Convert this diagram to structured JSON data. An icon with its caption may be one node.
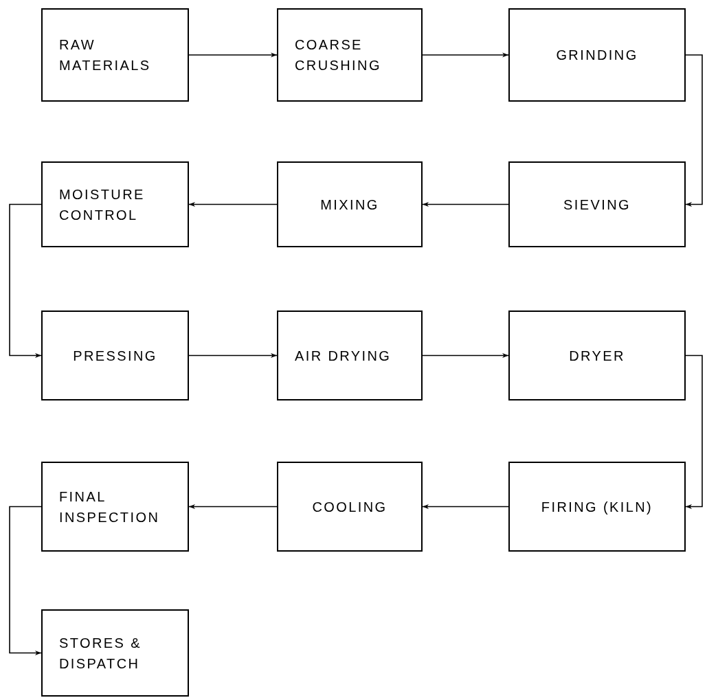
{
  "diagram": {
    "nodes": [
      {
        "text": [
          "RAW MATERIALS"
        ]
      },
      {
        "text": [
          "COARSE CRUSHING"
        ]
      },
      {
        "text": [
          "GRINDING"
        ]
      },
      {
        "text": [
          "MOISTURE CONTROL"
        ]
      },
      {
        "text": [
          "MIXING"
        ]
      },
      {
        "text": [
          "SIEVING"
        ]
      },
      {
        "text": [
          "PRESSING"
        ]
      },
      {
        "text": [
          "AIR DRYING"
        ]
      },
      {
        "text": [
          "DRYER"
        ]
      },
      {
        "text": [
          "FINAL INSPECTION"
        ]
      },
      {
        "text": [
          "COOLING"
        ]
      },
      {
        "text": [
          "FIRING (KILN)"
        ]
      },
      {
        "text": [
          "STORES & DISPATCH"
        ]
      }
    ],
    "edges": [
      {
        "from": 0,
        "to": 1,
        "arrow": "to"
      },
      {
        "from": 1,
        "to": 2,
        "arrow": "to"
      },
      {
        "from": 2,
        "to": 5,
        "arrow": "to"
      },
      {
        "from": 5,
        "to": 4,
        "arrow": "to"
      },
      {
        "from": 4,
        "to": 3,
        "arrow": "to"
      },
      {
        "from": 3,
        "to": 6,
        "arrow": "to"
      },
      {
        "from": 6,
        "to": 7,
        "arrow": "to"
      },
      {
        "from": 7,
        "to": 8,
        "arrow": "to"
      },
      {
        "from": 8,
        "to": 11,
        "arrow": "to"
      },
      {
        "from": 11,
        "to": 10,
        "arrow": "to"
      },
      {
        "from": 10,
        "to": 9,
        "arrow": "to"
      },
      {
        "from": 9,
        "to": 12,
        "arrow": "to"
      }
    ]
  }
}
